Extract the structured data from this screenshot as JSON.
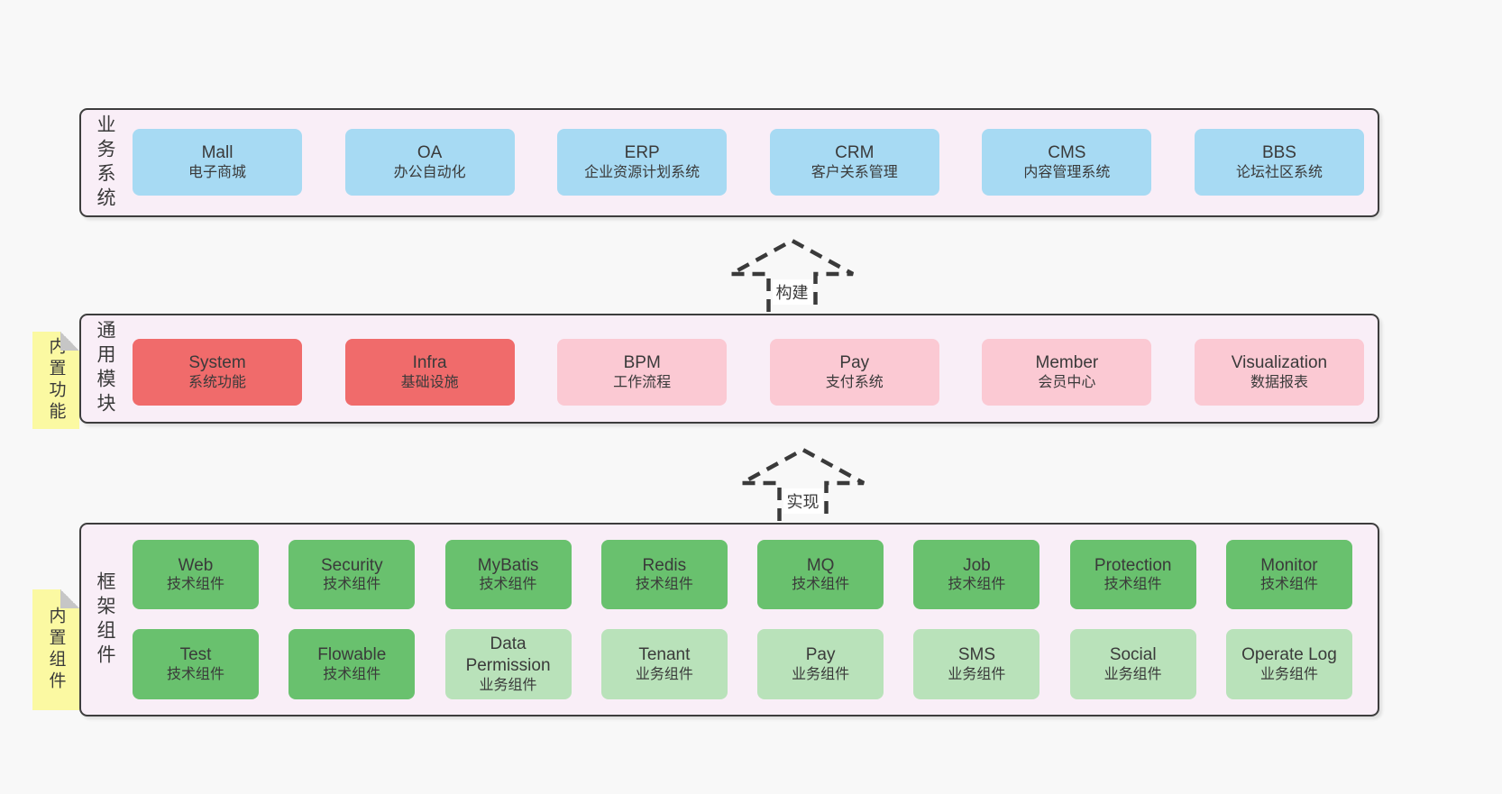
{
  "colors": {
    "page_bg": "#f8f8f8",
    "panel_bg": "#f9eef7",
    "panel_border": "#3d3d3d",
    "text": "#3a3a3a",
    "blue": "#a7daf3",
    "red": "#f06b6b",
    "pink": "#fbc9d3",
    "green": "#69c16e",
    "green_light": "#b9e2ba",
    "sticky_yellow": "#fbf9a2",
    "sticky_fold": "#c6c6c6",
    "arrow_label_bg": "#ffffff"
  },
  "arrows": [
    {
      "label": "构建"
    },
    {
      "label": "实现"
    }
  ],
  "sticky_tabs": [
    {
      "label": "内置功能"
    },
    {
      "label": "内置组件"
    }
  ],
  "layers": [
    {
      "label": "业务系统",
      "rows": [
        {
          "boxes": [
            {
              "name": "Mall",
              "desc": "电子商城",
              "variant": "blue"
            },
            {
              "name": "OA",
              "desc": "办公自动化",
              "variant": "blue"
            },
            {
              "name": "ERP",
              "desc": "企业资源计划系统",
              "variant": "blue"
            },
            {
              "name": "CRM",
              "desc": "客户关系管理",
              "variant": "blue"
            },
            {
              "name": "CMS",
              "desc": "内容管理系统",
              "variant": "blue"
            },
            {
              "name": "BBS",
              "desc": "论坛社区系统",
              "variant": "blue"
            }
          ]
        }
      ]
    },
    {
      "label": "通用模块",
      "rows": [
        {
          "boxes": [
            {
              "name": "System",
              "desc": "系统功能",
              "variant": "red"
            },
            {
              "name": "Infra",
              "desc": "基础设施",
              "variant": "red"
            },
            {
              "name": "BPM",
              "desc": "工作流程",
              "variant": "pink"
            },
            {
              "name": "Pay",
              "desc": "支付系统",
              "variant": "pink"
            },
            {
              "name": "Member",
              "desc": "会员中心",
              "variant": "pink"
            },
            {
              "name": "Visualization",
              "desc": "数据报表",
              "variant": "pink"
            }
          ]
        }
      ]
    },
    {
      "label": "框架组件",
      "rows": [
        {
          "boxes": [
            {
              "name": "Web",
              "desc": "技术组件",
              "variant": "green"
            },
            {
              "name": "Security",
              "desc": "技术组件",
              "variant": "green"
            },
            {
              "name": "MyBatis",
              "desc": "技术组件",
              "variant": "green"
            },
            {
              "name": "Redis",
              "desc": "技术组件",
              "variant": "green"
            },
            {
              "name": "MQ",
              "desc": "技术组件",
              "variant": "green"
            },
            {
              "name": "Job",
              "desc": "技术组件",
              "variant": "green"
            },
            {
              "name": "Protection",
              "desc": "技术组件",
              "variant": "green"
            },
            {
              "name": "Monitor",
              "desc": "技术组件",
              "variant": "green"
            }
          ]
        },
        {
          "boxes": [
            {
              "name": "Test",
              "desc": "技术组件",
              "variant": "green"
            },
            {
              "name": "Flowable",
              "desc": "技术组件",
              "variant": "green"
            },
            {
              "name": "Data Permission",
              "desc": "业务组件",
              "variant": "green-light"
            },
            {
              "name": "Tenant",
              "desc": "业务组件",
              "variant": "green-light"
            },
            {
              "name": "Pay",
              "desc": "业务组件",
              "variant": "green-light"
            },
            {
              "name": "SMS",
              "desc": "业务组件",
              "variant": "green-light"
            },
            {
              "name": "Social",
              "desc": "业务组件",
              "variant": "green-light"
            },
            {
              "name": "Operate Log",
              "desc": "业务组件",
              "variant": "green-light"
            }
          ]
        }
      ]
    }
  ]
}
